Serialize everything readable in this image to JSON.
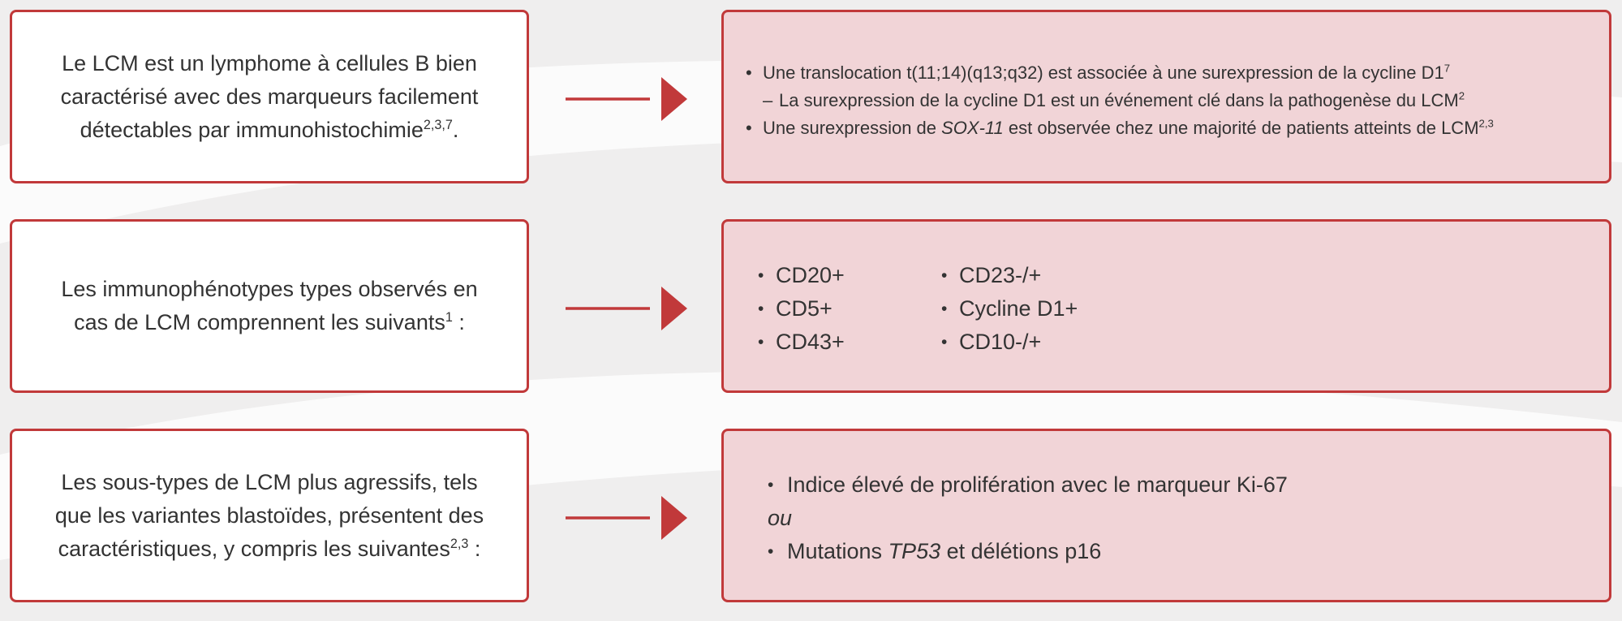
{
  "colors": {
    "accent": "#c1393a",
    "panel_fill": "#f1d4d7",
    "background": "#efeeee",
    "text": "#333333"
  },
  "rows": [
    {
      "left": {
        "text": "Le LCM est un lymphome à cellules B bien caractérisé avec des marqueurs facilement détectables par immunohistochimie",
        "sup": "2,3,7",
        "end": "."
      },
      "right": {
        "item1_text": "Une translocation t(11;14)(q13;q32) est associée à une surexpression de la cycline D1",
        "item1_sup": "7",
        "sub_text": "La surexpression de la cycline D1 est un événement clé dans la pathogenèse du LCM",
        "sub_sup": "2",
        "item2_pre": "Une surexpression de ",
        "item2_em": "SOX-11",
        "item2_post": " est observée chez une majorité de patients atteints de LCM",
        "item2_sup": "2,3"
      }
    },
    {
      "left": {
        "text": "Les immunophénotypes types observés en cas de LCM comprennent les suivants",
        "sup": "1",
        "end": " :"
      },
      "right": {
        "col1": [
          "CD20+",
          "CD5+",
          "CD43+"
        ],
        "col2": [
          "CD23-/+",
          "Cycline D1+",
          "CD10-/+"
        ]
      }
    },
    {
      "left": {
        "text": "Les sous-types de LCM plus agressifs, tels que les variantes blastoïdes, présentent des caractéristiques, y compris les suivantes",
        "sup": "2,3",
        "end": " :"
      },
      "right": {
        "item1": "Indice élevé de prolifération avec le marqueur Ki-67",
        "or": "ou",
        "item2_pre": "Mutations ",
        "item2_em": "TP53",
        "item2_post": " et délétions p16"
      }
    }
  ]
}
